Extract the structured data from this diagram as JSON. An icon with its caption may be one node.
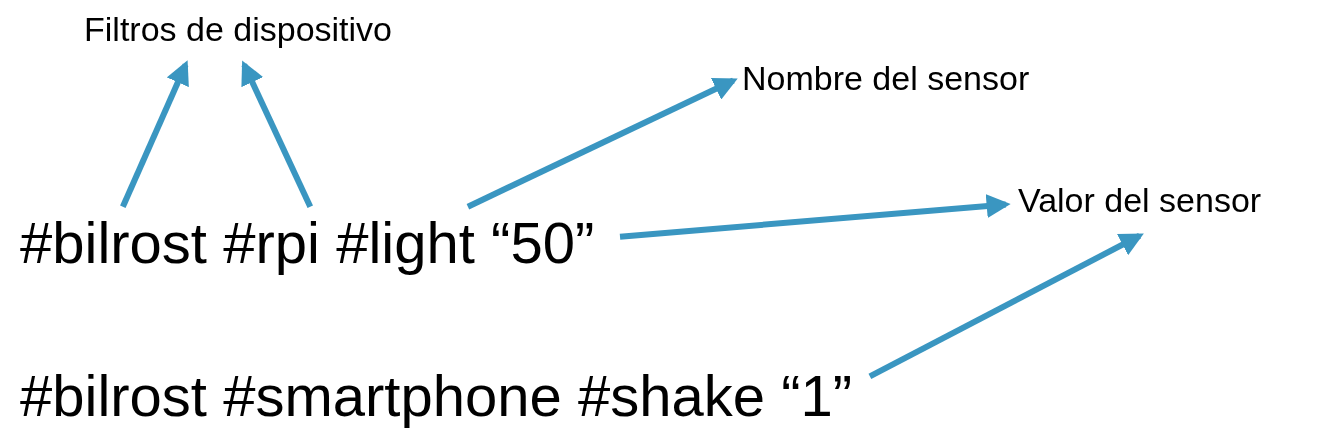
{
  "diagram": {
    "nodes": [
      {
        "text": [
          "Filtros de dispositivo"
        ]
      },
      {
        "text": [
          "Nombre del sensor"
        ]
      },
      {
        "text": [
          "Valor del sensor"
        ]
      },
      {
        "text": [
          "#bilrost"
        ]
      },
      {
        "text": [
          "#rpi"
        ]
      },
      {
        "text": [
          "#light"
        ]
      },
      {
        "text": [
          "“50”"
        ]
      },
      {
        "text": [
          "#bilrost"
        ]
      },
      {
        "text": [
          "#smartphone"
        ]
      },
      {
        "text": [
          "#shake"
        ]
      },
      {
        "text": [
          "“1”"
        ]
      }
    ],
    "edges": [
      {
        "from": 3,
        "to": 0,
        "arrow": "to"
      },
      {
        "from": 4,
        "to": 0,
        "arrow": "to"
      },
      {
        "from": 5,
        "to": 1,
        "arrow": "to"
      },
      {
        "from": 6,
        "to": 2,
        "arrow": "to"
      },
      {
        "from": 10,
        "to": 2,
        "arrow": "to"
      }
    ]
  }
}
